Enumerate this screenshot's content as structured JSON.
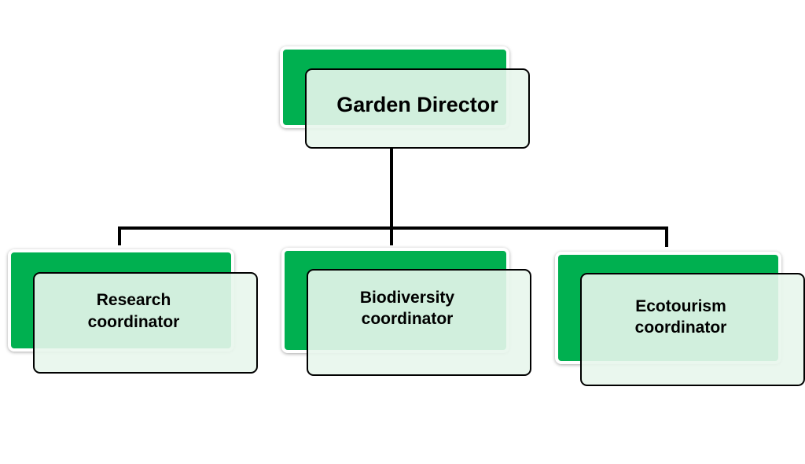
{
  "chart": {
    "root": {
      "label": "Garden Director"
    },
    "children": [
      {
        "label_line1": "Research",
        "label_line2": "coordinator"
      },
      {
        "label_line1": "Biodiversity",
        "label_line2": "coordinator"
      },
      {
        "label_line1": "Ecotourism",
        "label_line2": "coordinator"
      }
    ]
  },
  "colors": {
    "accent_green": "#00b050",
    "box_fill": "#e8f6ec",
    "outline": "#000000"
  }
}
